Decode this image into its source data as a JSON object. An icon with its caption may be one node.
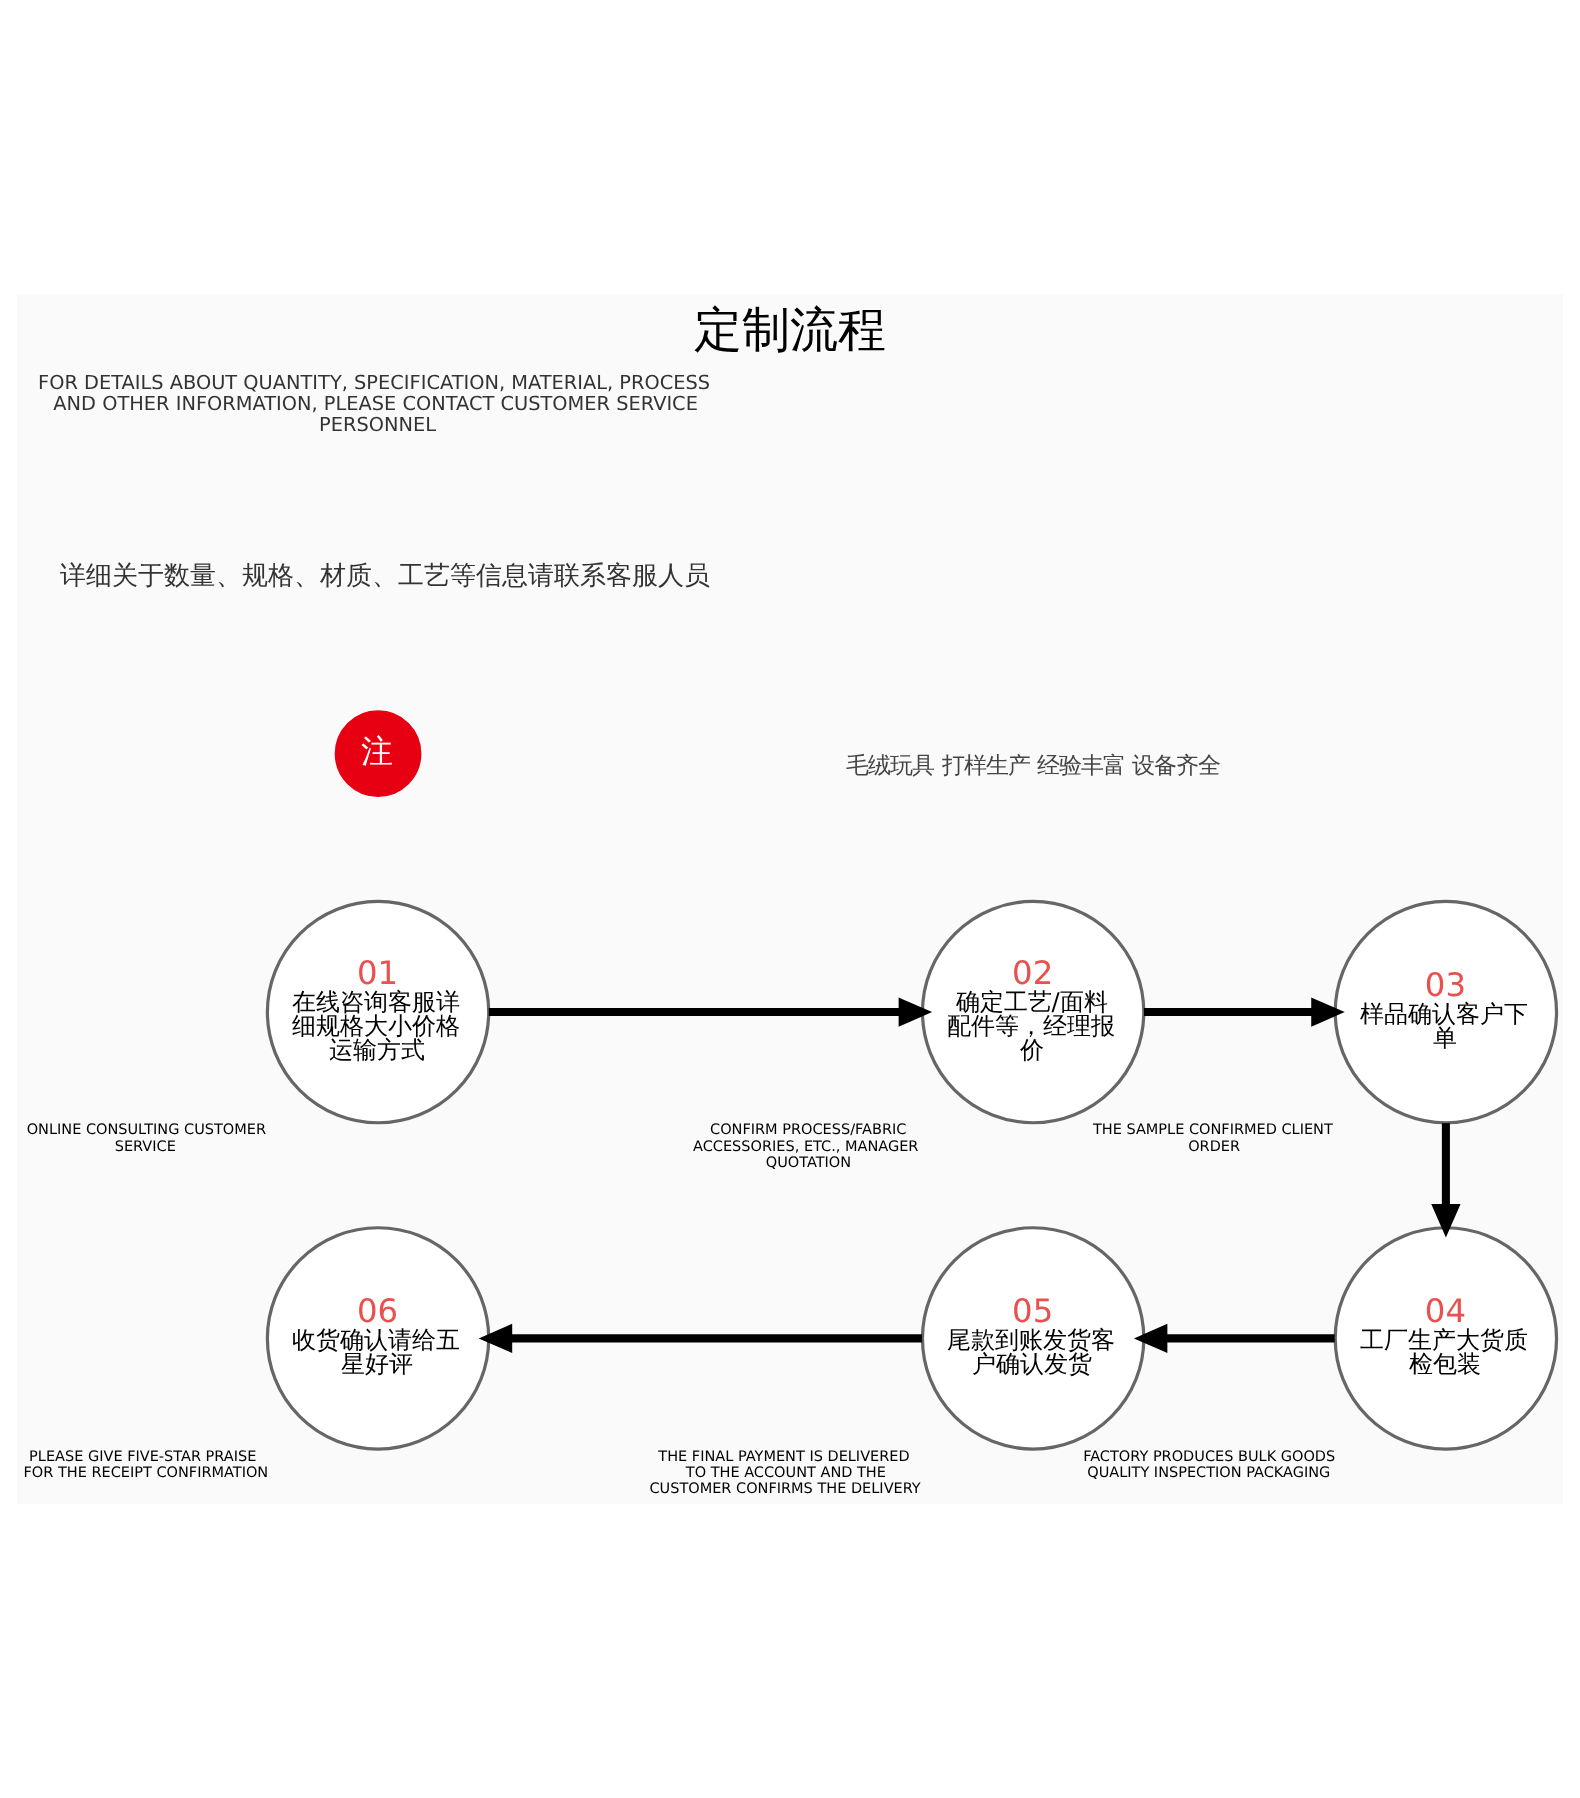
{
  "diagram": {
    "title": "定制流程",
    "nodes": [
      {
        "text": [
          "01",
          "在线咨询客服详细规格大小价格运输方式"
        ],
        "beside": [
          "ONLINE CONSULTING CUSTOMER SERVICE"
        ]
      },
      {
        "text": [
          "02",
          "确定工艺/面料配件等，经理报价"
        ],
        "beside": [
          "CONFIRM PROCESS/FABRIC ACCESSORIES, ETC., MANAGER QUOTATION"
        ]
      },
      {
        "text": [
          "03",
          "样品确认客户下单"
        ],
        "beside": [
          "THE SAMPLE CONFIRMED CLIENT ORDER"
        ]
      },
      {
        "text": [
          "06",
          "收货确认请给五星好评"
        ],
        "beside": [
          "PLEASE GIVE FIVE-STAR PRAISE FOR THE RECEIPT CONFIRMATION"
        ]
      },
      {
        "text": [
          "05",
          "尾款到账发货客户确认发货"
        ],
        "beside": [
          "THE FINAL PAYMENT IS DELIVERED TO THE ACCOUNT AND THE CUSTOMER CONFIRMS THE DELIVERY"
        ]
      },
      {
        "text": [
          "04",
          "工厂生产大货质检包装"
        ],
        "beside": [
          "FACTORY PRODUCES BULK GOODS QUALITY INSPECTION PACKAGING"
        ]
      },
      {
        "text": [
          "注"
        ]
      }
    ],
    "edges": [
      {
        "from": 0,
        "to": 1,
        "arrow": "to"
      },
      {
        "from": 1,
        "to": 2,
        "arrow": "to"
      },
      {
        "from": 2,
        "to": 5,
        "arrow": "to"
      },
      {
        "from": 5,
        "to": 4,
        "arrow": "to"
      },
      {
        "from": 4,
        "to": 3,
        "arrow": "to"
      }
    ],
    "labels": [
      "毛绒玩具 打样生产 经验丰富 设备齐全",
      "详细关于数量、规格、材质、工艺等信息请联系客服人员",
      "FOR DETAILS ABOUT QUANTITY, SPECIFICATION, MATERIAL, PROCESS AND OTHER INFORMATION, PLEASE CONTACT CUSTOMER SERVICE PERSONNEL"
    ]
  }
}
